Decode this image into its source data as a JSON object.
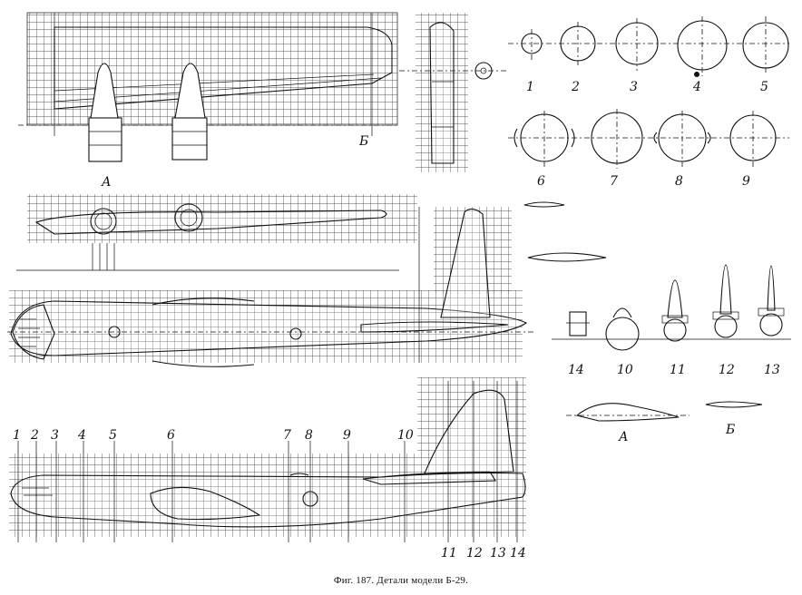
{
  "caption": "Фиг. 187. Детали модели Б-29.",
  "view_labels": {
    "a_top": "А",
    "b_top": "Б",
    "a_profile": "А",
    "b_profile": "Б"
  },
  "section_numbers": [
    "1",
    "2",
    "3",
    "4",
    "5",
    "6",
    "7",
    "8",
    "9"
  ],
  "tail_numbers": [
    "14",
    "10",
    "11",
    "12",
    "13"
  ],
  "station_numbers_top": [
    "1",
    "2",
    "3",
    "4",
    "5",
    "6",
    "7",
    "8",
    "9",
    "10"
  ],
  "station_numbers_bottom": [
    "11",
    "12",
    "13",
    "14"
  ],
  "colors": {
    "ink": "#111111",
    "paper": "#ffffff"
  }
}
